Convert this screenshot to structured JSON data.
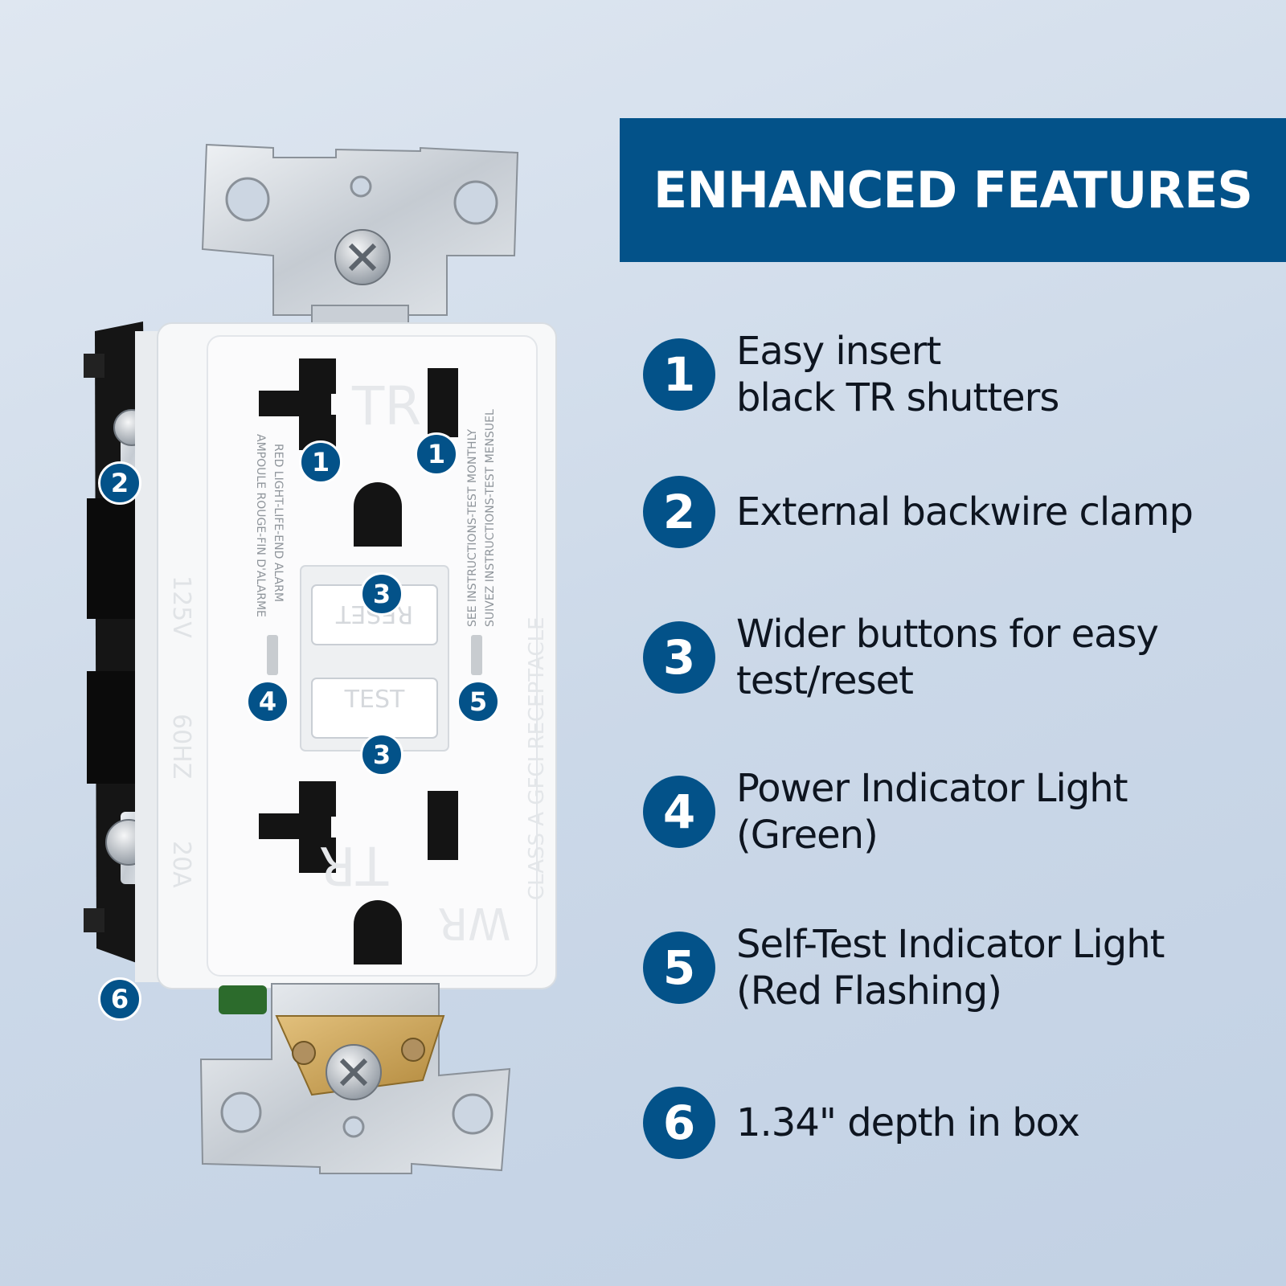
{
  "banner": {
    "title": "ENHANCED FEATURES"
  },
  "features": [
    {
      "number": "1",
      "lines": [
        "Easy insert",
        "black TR shutters"
      ]
    },
    {
      "number": "2",
      "lines": [
        "External backwire clamp"
      ]
    },
    {
      "number": "3",
      "lines": [
        "Wider buttons for easy",
        "test/reset"
      ]
    },
    {
      "number": "4",
      "lines": [
        "Power Indicator Light",
        "(Green)"
      ]
    },
    {
      "number": "5",
      "lines": [
        "Self-Test Indicator Light",
        "(Red Flashing)"
      ]
    },
    {
      "number": "6",
      "lines": [
        "1.34\" depth in box"
      ]
    }
  ],
  "device": {
    "slot_marking": "TR",
    "wr_marking": "WR",
    "reset_label": "RESET",
    "test_label": "TEST",
    "left_side_text": "RED LIGHT-LIFE-END ALARM",
    "left_side_text_fr": "AMPOULE ROUGE-FIN D'ALARME",
    "right_side_text": "SEE INSTRUCTIONS-TEST MONTHLY",
    "right_side_text_fr": "SUIVEZ INSTRUCTIONS-TEST MENSUEL",
    "edge_text": "CLASS A GFCI RECEPTACLE",
    "rating_voltage": "125V",
    "rating_freq": "60HZ",
    "rating_amps": "20A",
    "callouts": [
      "1",
      "1",
      "2",
      "3",
      "3",
      "4",
      "5",
      "6"
    ]
  }
}
